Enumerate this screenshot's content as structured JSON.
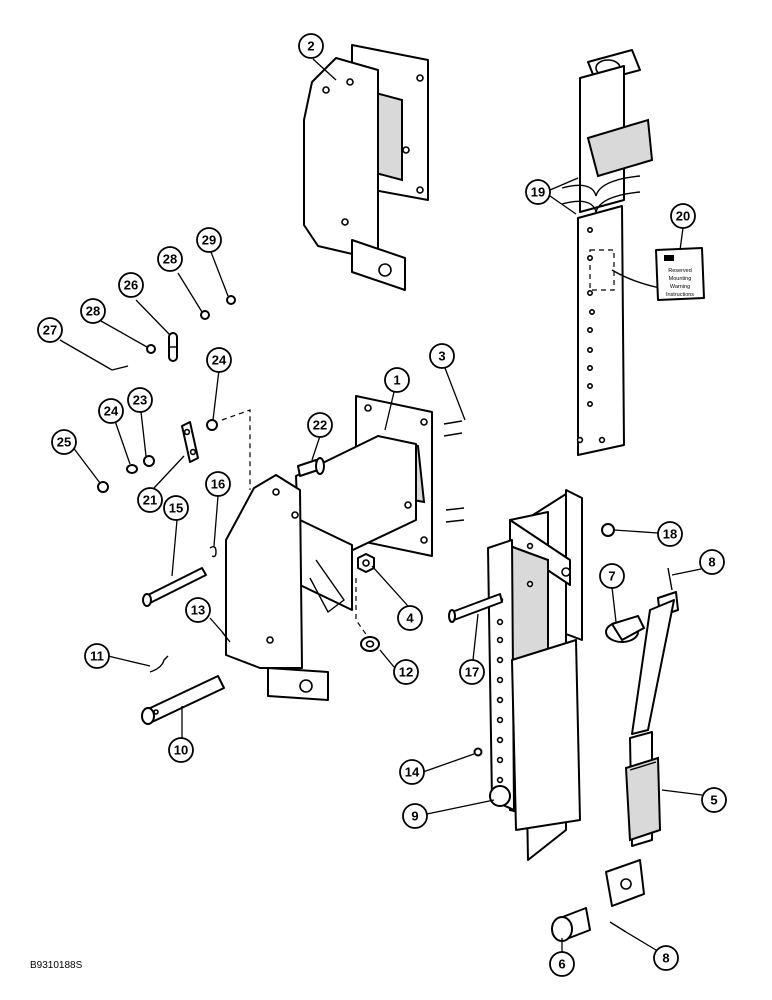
{
  "drawing_code": "B9310188S",
  "decal_text": [
    "Reserved",
    "Mounting",
    "Warning",
    "Instructions"
  ],
  "callouts": [
    {
      "id": "c1",
      "label": "1"
    },
    {
      "id": "c2",
      "label": "2"
    },
    {
      "id": "c3",
      "label": "3"
    },
    {
      "id": "c4",
      "label": "4"
    },
    {
      "id": "c5",
      "label": "5"
    },
    {
      "id": "c6",
      "label": "6"
    },
    {
      "id": "c7",
      "label": "7"
    },
    {
      "id": "c8a",
      "label": "8"
    },
    {
      "id": "c8b",
      "label": "8"
    },
    {
      "id": "c9",
      "label": "9"
    },
    {
      "id": "c10",
      "label": "10"
    },
    {
      "id": "c11",
      "label": "11"
    },
    {
      "id": "c12",
      "label": "12"
    },
    {
      "id": "c13",
      "label": "13"
    },
    {
      "id": "c14",
      "label": "14"
    },
    {
      "id": "c15",
      "label": "15"
    },
    {
      "id": "c16",
      "label": "16"
    },
    {
      "id": "c17",
      "label": "17"
    },
    {
      "id": "c18",
      "label": "18"
    },
    {
      "id": "c19",
      "label": "19"
    },
    {
      "id": "c20",
      "label": "20"
    },
    {
      "id": "c21",
      "label": "21"
    },
    {
      "id": "c22",
      "label": "22"
    },
    {
      "id": "c23",
      "label": "23"
    },
    {
      "id": "c24a",
      "label": "24"
    },
    {
      "id": "c24b",
      "label": "24"
    },
    {
      "id": "c25",
      "label": "25"
    },
    {
      "id": "c26",
      "label": "26"
    },
    {
      "id": "c27",
      "label": "27"
    },
    {
      "id": "c28a",
      "label": "28"
    },
    {
      "id": "c28b",
      "label": "28"
    },
    {
      "id": "c29",
      "label": "29"
    }
  ]
}
